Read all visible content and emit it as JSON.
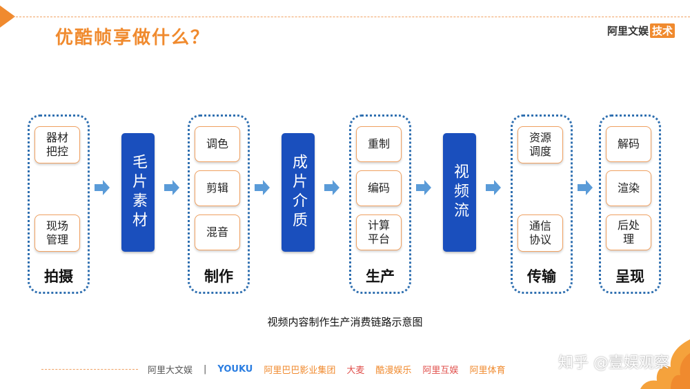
{
  "header": {
    "title": "优酷帧享做什么？",
    "brand_name": "阿里文娱",
    "brand_tag": "技术"
  },
  "diagram": {
    "groups": [
      {
        "title": "拍摄",
        "items": [
          "器材\n把控",
          "现场\n管理"
        ]
      },
      {
        "title": "制作",
        "items": [
          "调色",
          "剪辑",
          "混音"
        ]
      },
      {
        "title": "生产",
        "items": [
          "重制",
          "编码",
          "计算\n平台"
        ]
      },
      {
        "title": "传输",
        "items": [
          "资源\n调度",
          "通信\n协议"
        ]
      },
      {
        "title": "呈现",
        "items": [
          "解码",
          "渲染",
          "后处\n理"
        ]
      }
    ],
    "bars": [
      "毛片素材",
      "成片介质",
      "视频流"
    ],
    "caption": "视频内容制作生产消费链路示意图"
  },
  "footer": {
    "brand": "阿里大文娱",
    "separator": "|",
    "logos": [
      "YOUKU",
      "阿里巴巴影业集团",
      "大麦",
      "酷漫娱乐",
      "阿里互娱",
      "阿里体育"
    ]
  },
  "watermark": "知乎 @壹娱观察",
  "colors": {
    "accent": "#f08a2e",
    "bar": "#1a4fbd",
    "dotted_border": "#2f6fb0",
    "arrow": "#5a9bd8"
  }
}
